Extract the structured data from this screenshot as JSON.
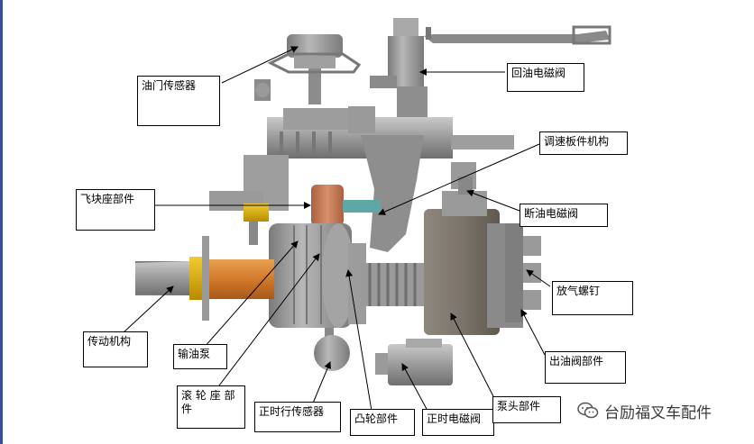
{
  "labels": {
    "throttle_sensor": "油门传感器",
    "return_valve": "回油电磁阀",
    "governor_lever": "调速板件机构",
    "flyweight": "飞块座部件",
    "cutoff_valve": "断油电磁阀",
    "bleed_screw": "放气螺钉",
    "drive_mech": "传动机构",
    "feed_pump": "输油泵",
    "delivery_valve": "出油阀部件",
    "roller_seat": "滚 轮 座 部 件",
    "timing_sensor": "正时行传感器",
    "cam_part": "凸轮部件",
    "timing_valve": "正时电磁阀",
    "pump_head": "泵头部件"
  },
  "watermark": {
    "text": "台励福叉车配件",
    "icon": "wechat-icon"
  },
  "colors": {
    "body_gray": "#9a9a9a",
    "dark_gray": "#6f6f6f",
    "pump_brown": "#7b746b",
    "orange": "#d27a2a",
    "yellow": "#e0b000",
    "copper": "#c07a55",
    "teal": "#5fa7a5",
    "accent_edge": "#3b4a9a"
  }
}
